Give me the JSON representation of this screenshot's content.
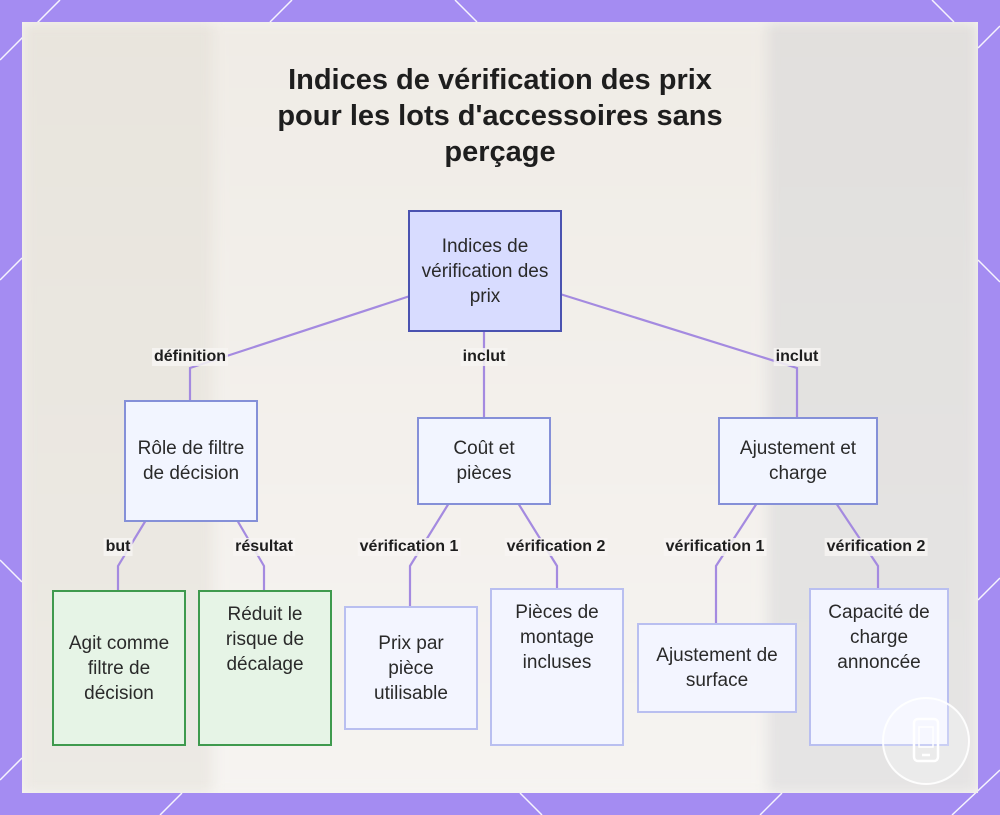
{
  "title": "Indices de vérification des prix pour les lots d'accessoires sans perçage",
  "colors": {
    "frame": "#a48cf2",
    "connector": "#a48ae0",
    "root_fill": "#d8dcff",
    "root_border": "#4a52b0",
    "leaf_green_fill": "#e6f4e6",
    "leaf_green_border": "#3f9a4e"
  },
  "nodes": {
    "root": "Indices de vérification des prix",
    "role": "Rôle de filtre de décision",
    "cout": "Coût et pièces",
    "ajustement": "Ajustement et charge",
    "agit": "Agit comme filtre de décision",
    "reduit": "Réduit le risque de décalage",
    "prix": "Prix par pièce utilisable",
    "pieces": "Pièces de montage incluses",
    "surface": "Ajustement de surface",
    "capacite": "Capacité de charge annoncée"
  },
  "edges": {
    "definition": "définition",
    "inclut_1": "inclut",
    "inclut_2": "inclut",
    "but": "but",
    "resultat": "résultat",
    "verif1_a": "vérification 1",
    "verif2_a": "vérification 2",
    "verif1_b": "vérification 1",
    "verif2_b": "vérification 2"
  },
  "badge_icon": "phone-icon"
}
